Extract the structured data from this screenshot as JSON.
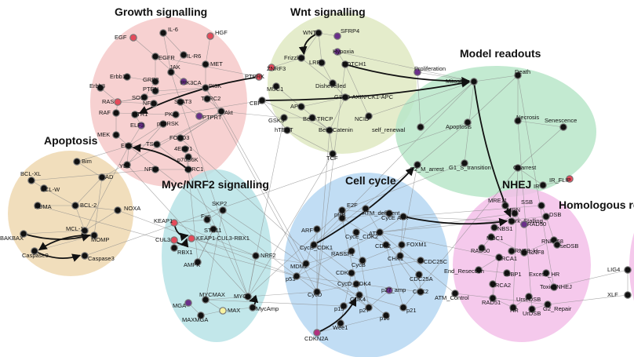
{
  "clusters": [
    {
      "id": "growth",
      "title": "Growth signalling",
      "color": "#f6c9c9"
    },
    {
      "id": "wnt",
      "title": "Wnt signalling",
      "color": "#dfe9c2"
    },
    {
      "id": "readouts",
      "title": "Model readouts",
      "color": "#b9e6c9"
    },
    {
      "id": "apoptosis",
      "title": "Apoptosis",
      "color": "#efd8b0"
    },
    {
      "id": "myc",
      "title": "Myc/NRF2 signalling",
      "color": "#b7e3e6"
    },
    {
      "id": "cellcycle",
      "title": "Cell cycle",
      "color": "#b6d7f2"
    },
    {
      "id": "nhej",
      "title": "NHEJ",
      "color": "#f3c0e9"
    },
    {
      "id": "hr",
      "title": "Homologous re",
      "color": "#f3c0e9"
    }
  ],
  "node_colors": {
    "black": "#111111",
    "red": "#e44a5a",
    "purple": "#6a2f8a",
    "yellow": "#f6f2a0",
    "magenta": "#b0307f"
  },
  "nodes": [
    {
      "id": "EGF",
      "label": "EGF",
      "color": "red"
    },
    {
      "id": "IL6",
      "label": "IL-6",
      "color": "black"
    },
    {
      "id": "HGF",
      "label": "HGF",
      "color": "red"
    },
    {
      "id": "EGFR",
      "label": "EGFR",
      "color": "black"
    },
    {
      "id": "IL6R",
      "label": "IL-R6",
      "color": "black"
    },
    {
      "id": "JAK",
      "label": "JAK",
      "color": "black"
    },
    {
      "id": "MET",
      "label": "MET",
      "color": "black"
    },
    {
      "id": "Erbb1",
      "label": "Erbb1",
      "color": "black"
    },
    {
      "id": "PIK3CA",
      "label": "PIK3CA",
      "color": "purple"
    },
    {
      "id": "GRB2",
      "label": "GRB2",
      "color": "black"
    },
    {
      "id": "PTEN",
      "label": "PTEN",
      "color": "black"
    },
    {
      "id": "SOS",
      "label": "SOS",
      "color": "black"
    },
    {
      "id": "PI3K",
      "label": "PI3K",
      "color": "black"
    },
    {
      "id": "Erbb3",
      "label": "Erbb3",
      "color": "black"
    },
    {
      "id": "RAS",
      "label": "RAS",
      "color": "red"
    },
    {
      "id": "NF1",
      "label": "NF1",
      "color": "black"
    },
    {
      "id": "STAT3",
      "label": "STAT3",
      "color": "black"
    },
    {
      "id": "TORC2",
      "label": "TORC2",
      "color": "black"
    },
    {
      "id": "RAF",
      "label": "RAF",
      "color": "black"
    },
    {
      "id": "MTR1",
      "label": "MTR1",
      "color": "black"
    },
    {
      "id": "PKA",
      "label": "PKA",
      "color": "black"
    },
    {
      "id": "PTPRT",
      "label": "PTPRT",
      "color": "purple"
    },
    {
      "id": "Akt",
      "label": "Akt",
      "color": "black"
    },
    {
      "id": "ELF3",
      "label": "ELF3",
      "color": "purple"
    },
    {
      "id": "p90RSK",
      "label": "p90RSK",
      "color": "black"
    },
    {
      "id": "MEK",
      "label": "MEK",
      "color": "black"
    },
    {
      "id": "ERK",
      "label": "ERK",
      "color": "black"
    },
    {
      "id": "TSC",
      "label": "TSC",
      "color": "black"
    },
    {
      "id": "FOXO3",
      "label": "FOXO3",
      "color": "black"
    },
    {
      "id": "4EBP1",
      "label": "4EBP1",
      "color": "black"
    },
    {
      "id": "p70S6K",
      "label": "p70S6K",
      "color": "black"
    },
    {
      "id": "YB1",
      "label": "YB1",
      "color": "black"
    },
    {
      "id": "NFkB",
      "label": "NFkB",
      "color": "black"
    },
    {
      "id": "TORC1",
      "label": "TORC1",
      "color": "black"
    },
    {
      "id": "WNT",
      "label": "WNT",
      "color": "black"
    },
    {
      "id": "SFRP4",
      "label": "SFRP4",
      "color": "purple"
    },
    {
      "id": "Hypoxia",
      "label": "Hypoxia",
      "color": "purple"
    },
    {
      "id": "Frizzled",
      "label": "Frizzled",
      "color": "black"
    },
    {
      "id": "LRP",
      "label": "LRP",
      "color": "black"
    },
    {
      "id": "NOTCH1",
      "label": "NOTCH1",
      "color": "black"
    },
    {
      "id": "ZNRF3",
      "label": "ZNRF3",
      "color": "red"
    },
    {
      "id": "PTPRK",
      "label": "PTPRK",
      "color": "red"
    },
    {
      "id": "Dishevelled",
      "label": "Dishevelled",
      "color": "black"
    },
    {
      "id": "MUC1",
      "label": "MUC1",
      "color": "black"
    },
    {
      "id": "CBP",
      "label": "CBP",
      "color": "black"
    },
    {
      "id": "APC",
      "label": "APC",
      "color": "black"
    },
    {
      "id": "GSK3AXIN",
      "label": "GSK3-AXIN-CK1-APC",
      "color": "black"
    },
    {
      "id": "GSK3",
      "label": "GSK3",
      "color": "black"
    },
    {
      "id": "BetaTRCP",
      "label": "Beta-TRCP",
      "color": "black"
    },
    {
      "id": "NCID",
      "label": "NCID",
      "color": "black"
    },
    {
      "id": "hTERT",
      "label": "hTERT",
      "color": "black"
    },
    {
      "id": "BetaCatenin",
      "label": "Beta-Catenin",
      "color": "black"
    },
    {
      "id": "TCF",
      "label": "TCF",
      "color": "black"
    },
    {
      "id": "Proliferation",
      "label": "Proliferation",
      "color": "purple"
    },
    {
      "id": "Mitosis",
      "label": "Mitosis",
      "color": "black"
    },
    {
      "id": "Death",
      "label": "Death",
      "color": "black"
    },
    {
      "id": "Apoptosis",
      "label": "Apoptosis",
      "color": "black"
    },
    {
      "id": "SelfRenewal",
      "label": "self_renewal",
      "color": "black"
    },
    {
      "id": "Necrosis",
      "label": "Necrosis",
      "color": "black"
    },
    {
      "id": "Senescence",
      "label": "Senescence",
      "color": "black"
    },
    {
      "id": "G2Marrest",
      "label": "G2_M_arrest",
      "color": "black"
    },
    {
      "id": "G1S",
      "label": "G1_S_transition",
      "color": "black"
    },
    {
      "id": "G1arrest",
      "label": "G1arrest",
      "color": "black"
    },
    {
      "id": "IRFLIP",
      "label": "IR_FLIP",
      "color": "red"
    },
    {
      "id": "IR",
      "label": "IR",
      "color": "black"
    },
    {
      "id": "Bim",
      "label": "Bim",
      "color": "black"
    },
    {
      "id": "BCLXL",
      "label": "BCL-XL",
      "color": "black"
    },
    {
      "id": "BCLW",
      "label": "BCL-W",
      "color": "black"
    },
    {
      "id": "BAD",
      "label": "AD",
      "color": "black"
    },
    {
      "id": "PUMA",
      "label": "PUMA",
      "color": "black"
    },
    {
      "id": "BCL2",
      "label": "BCL-2",
      "color": "black"
    },
    {
      "id": "NOXA",
      "label": "NOXA",
      "color": "black"
    },
    {
      "id": "MCL1",
      "label": "MCL-1",
      "color": "black"
    },
    {
      "id": "BAKBAX",
      "label": "BAKBAX",
      "color": "black"
    },
    {
      "id": "MOMP",
      "label": "MOMP",
      "color": "black"
    },
    {
      "id": "Caspase9",
      "label": "Caspase9",
      "color": "black"
    },
    {
      "id": "Caspase3",
      "label": "Caspase3",
      "color": "black"
    },
    {
      "id": "SKP2",
      "label": "SKP2",
      "color": "black"
    },
    {
      "id": "Fyn",
      "label": "Fyn",
      "color": "black"
    },
    {
      "id": "STK11",
      "label": "STK11",
      "color": "black"
    },
    {
      "id": "KEAP1",
      "label": "KEAP1",
      "color": "red"
    },
    {
      "id": "CUL3",
      "label": "CUL3",
      "color": "red"
    },
    {
      "id": "KEAP1CUL3RBX1",
      "label": "KEAP1-CUL3-RBX1",
      "color": "red"
    },
    {
      "id": "RBX1",
      "label": "RBX1",
      "color": "black"
    },
    {
      "id": "AMPK",
      "label": "AMPK",
      "color": "black"
    },
    {
      "id": "NRF2",
      "label": "NRF2",
      "color": "black"
    },
    {
      "id": "MGA",
      "label": "MGA",
      "color": "purple"
    },
    {
      "id": "MYCMAX",
      "label": "MYCMAX",
      "color": "black"
    },
    {
      "id": "MYC",
      "label": "MYC",
      "color": "black"
    },
    {
      "id": "MAX",
      "label": "MAX",
      "color": "yellow"
    },
    {
      "id": "MAXMGA",
      "label": "MAXMGA",
      "color": "black"
    },
    {
      "id": "MycAmp",
      "label": "MycAmp",
      "color": "black"
    },
    {
      "id": "E2F",
      "label": "E2F",
      "color": "black"
    },
    {
      "id": "pRB",
      "label": "pRB",
      "color": "black"
    },
    {
      "id": "CycE",
      "label": "CycE",
      "color": "black"
    },
    {
      "id": "ATMdeficient",
      "label": "ATM_deficient",
      "color": "black"
    },
    {
      "id": "ATR",
      "label": "ATR",
      "color": "black"
    },
    {
      "id": "ARF",
      "label": "ARF",
      "color": "black"
    },
    {
      "id": "CycECDK2",
      "label": "CycE_CDK2",
      "color": "black"
    },
    {
      "id": "ATM",
      "label": "ATM",
      "color": "black"
    },
    {
      "id": "CycBCDK1",
      "label": "CycB_CDK1",
      "color": "black"
    },
    {
      "id": "CDK2",
      "label": "CDK2",
      "color": "black"
    },
    {
      "id": "FOXM1",
      "label": "FOXM1",
      "color": "black"
    },
    {
      "id": "RASSF1",
      "label": "RASSF1",
      "color": "black"
    },
    {
      "id": "CycB",
      "label": "CycB",
      "color": "black"
    },
    {
      "id": "CHK1",
      "label": "CHK1",
      "color": "black"
    },
    {
      "id": "MDM2",
      "label": "MDM2",
      "color": "black"
    },
    {
      "id": "CDK1",
      "label": "CDK1",
      "color": "black"
    },
    {
      "id": "CDC25C",
      "label": "CDC25C",
      "color": "black"
    },
    {
      "id": "p53",
      "label": "p53",
      "color": "black"
    },
    {
      "id": "CycDCDK4",
      "label": "CycD_CDK4",
      "color": "black"
    },
    {
      "id": "CDC25A",
      "label": "CDC25A",
      "color": "black"
    },
    {
      "id": "p27amp",
      "label": "p27_amp",
      "color": "purple"
    },
    {
      "id": "CHK2",
      "label": "CHK2",
      "color": "black"
    },
    {
      "id": "CycD",
      "label": "CycD",
      "color": "black"
    },
    {
      "id": "CDK4",
      "label": "CDK4",
      "color": "black"
    },
    {
      "id": "p15",
      "label": "p15",
      "color": "black"
    },
    {
      "id": "p27",
      "label": "p27",
      "color": "black"
    },
    {
      "id": "p21",
      "label": "p21",
      "color": "black"
    },
    {
      "id": "p16",
      "label": "p16",
      "color": "black"
    },
    {
      "id": "Wee1",
      "label": "Wee1",
      "color": "black"
    },
    {
      "id": "CDKN2A",
      "label": "CDKN2A",
      "color": "magenta"
    },
    {
      "id": "MRE11",
      "label": "MRE11",
      "color": "black"
    },
    {
      "id": "MRN",
      "label": "MRN",
      "color": "black"
    },
    {
      "id": "ForkStalling",
      "label": "Fork_Stalling",
      "color": "black"
    },
    {
      "id": "SSB",
      "label": "SSB",
      "color": "black"
    },
    {
      "id": "RAD50",
      "label": "RAD50",
      "color": "purple"
    },
    {
      "id": "DSB",
      "label": "DSB",
      "color": "black"
    },
    {
      "id": "NBS1",
      "label": "NBS1",
      "color": "black"
    },
    {
      "id": "RNF168",
      "label": "RNF168",
      "color": "black"
    },
    {
      "id": "seDSB",
      "label": "seDSB",
      "color": "black"
    },
    {
      "id": "MDC1",
      "label": "MDC1",
      "color": "black"
    },
    {
      "id": "RNF8",
      "label": "RNF8",
      "color": "black"
    },
    {
      "id": "RAD50b",
      "label": "RAD50",
      "color": "black"
    },
    {
      "id": "BRCA1",
      "label": "BRCA1",
      "color": "black"
    },
    {
      "id": "RNF8H",
      "label": "RNF8_H",
      "color": "black"
    },
    {
      "id": "EndResection",
      "label": "End_Resection",
      "color": "black"
    },
    {
      "id": "BP1",
      "label": "53BP1",
      "color": "black"
    },
    {
      "id": "ExcessHR",
      "label": "Excess_HR",
      "color": "black"
    },
    {
      "id": "BRCA2",
      "label": "BRCA2",
      "color": "black"
    },
    {
      "id": "ToxicNHEJ",
      "label": "Toxic_NHEJ",
      "color": "black"
    },
    {
      "id": "RAD51",
      "label": "RAD51",
      "color": "black"
    },
    {
      "id": "UrseDSB",
      "label": "UrseDSB",
      "color": "black"
    },
    {
      "id": "HR",
      "label": "HR",
      "color": "black"
    },
    {
      "id": "UrDSB",
      "label": "UrDSB",
      "color": "black"
    },
    {
      "id": "G2Repair",
      "label": "G2_Repair",
      "color": "black"
    },
    {
      "id": "ATMControl",
      "label": "ATM_Control",
      "color": "black"
    },
    {
      "id": "LIG4",
      "label": "LIG4",
      "color": "black"
    },
    {
      "id": "XLF",
      "label": "XLF",
      "color": "black"
    }
  ],
  "edges_strong": [
    [
      "BAKBAX",
      "MOMP"
    ],
    [
      "MOMP",
      "Caspase9"
    ],
    [
      "Caspase9",
      "Caspase3"
    ],
    [
      "CDKN2A",
      "CDK4"
    ],
    [
      "TORC1",
      "ERK"
    ],
    [
      "Mitosis",
      "ForkStalling"
    ],
    [
      "CycBCDK1",
      "G2Marrest"
    ],
    [
      "NOTCH1",
      "Mitosis"
    ],
    [
      "WNT",
      "Frizzled"
    ],
    [
      "MycAmp",
      "MYC"
    ],
    [
      "KEAP1",
      "KEAP1CUL3RBX1"
    ],
    [
      "CUL3",
      "KEAP1CUL3RBX1"
    ],
    [
      "ATR",
      "ForkStalling"
    ],
    [
      "PTPRK",
      "MTR1"
    ],
    [
      "CBP",
      "Mitosis"
    ]
  ]
}
